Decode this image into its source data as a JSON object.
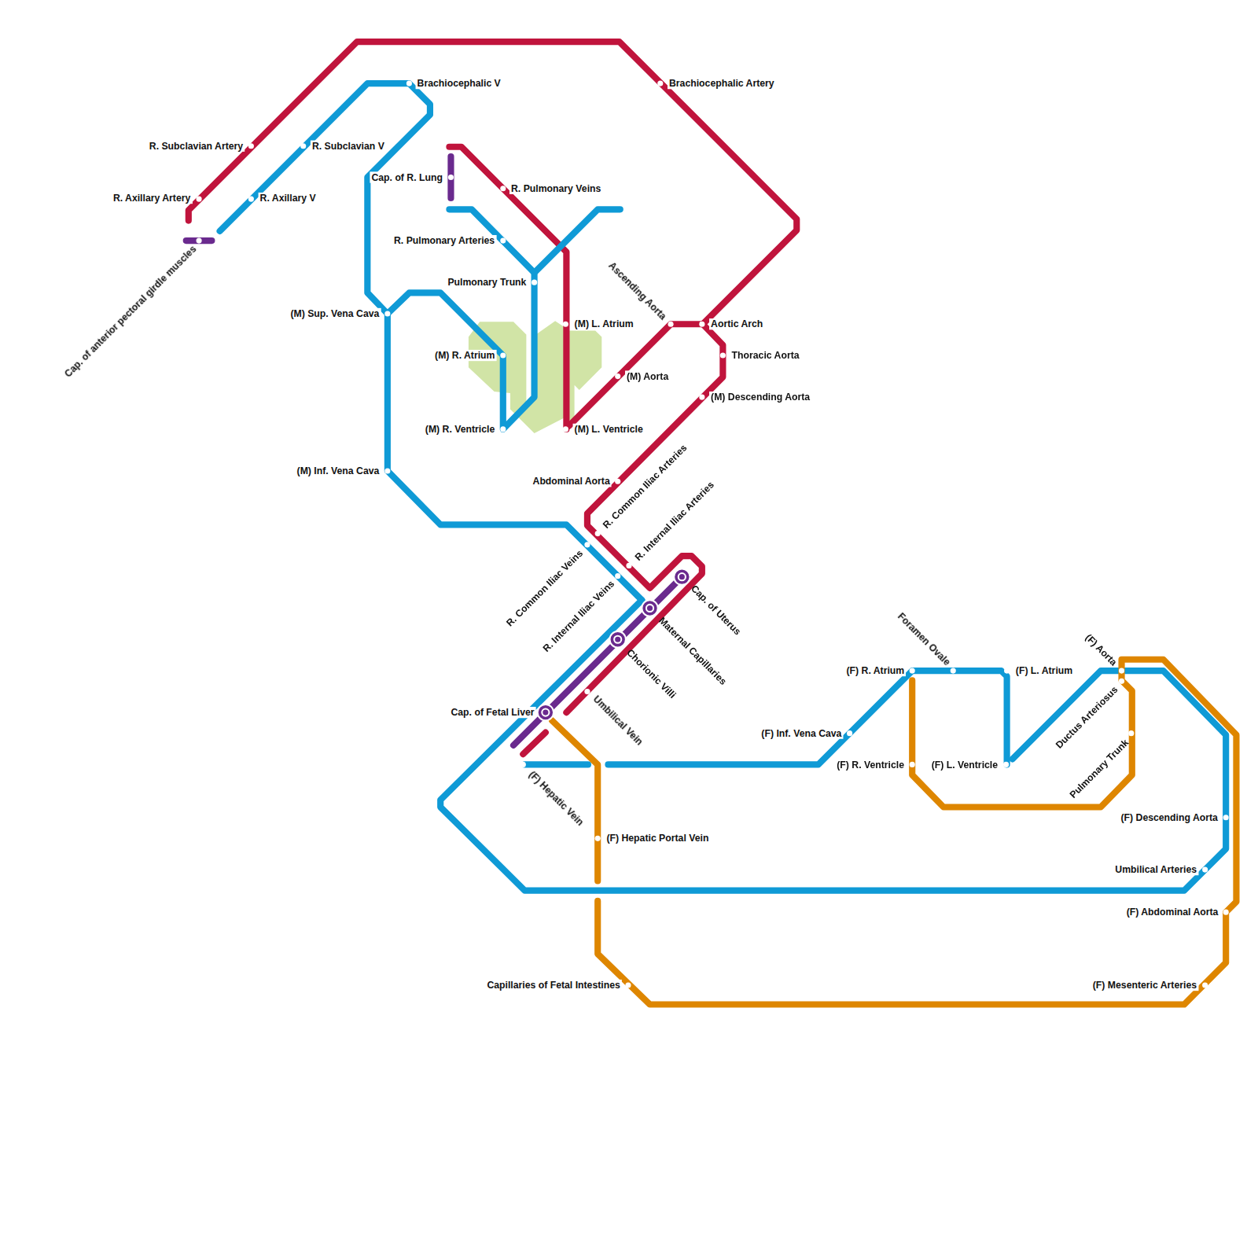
{
  "diagram": {
    "labels": [
      "R. Subclavian Artery",
      "R. Subclavian V",
      "Brachiocephalic V",
      "Brachiocephalic Artery",
      "R. Axillary Artery",
      "R. Axillary V",
      "Cap. of anterior pectoral girdle muscles",
      "Cap. of R. Lung",
      "R. Pulmonary Veins",
      "R. Pulmonary Arteries",
      "Pulmonary Trunk",
      "Ascending Aorta",
      "Aortic Arch",
      "(M) Sup. Vena Cava",
      "(M) L. Atrium",
      "(M) R. Atrium",
      "Thoracic Aorta",
      "(M) Aorta",
      "(M) Descending Aorta",
      "(M) R. Ventricle",
      "(M) L. Ventricle",
      "(M) Inf. Vena Cava",
      "Abdominal Aorta",
      "R. Common Iliac Arteries",
      "R. Internal Iliac Arteries",
      "R. Common Iliac Veins",
      "R. Internal Iliac Veins",
      "Cap. of Uterus",
      "Maternal Capillaries",
      "Chorionic Villi",
      "Umbilical Vein",
      "Cap. of Fetal Liver",
      "(F) Hepatic Vein",
      "(F) Hepatic Portal Vein",
      "Capillaries of Fetal Intestines",
      "Foramen Ovale",
      "(F) R. Atrium",
      "(F) L. Atrium",
      "(F) Aorta",
      "Ductus Arteriosus",
      "(F) Inf. Vena Cava",
      "(F) R. Ventricle",
      "(F) L. Ventricle",
      "Pulmonary Trunk",
      "(F) Descending Aorta",
      "Umbilical Arteries",
      "(F) Abdominal Aorta",
      "(F) Mesenteric Arteries"
    ]
  }
}
